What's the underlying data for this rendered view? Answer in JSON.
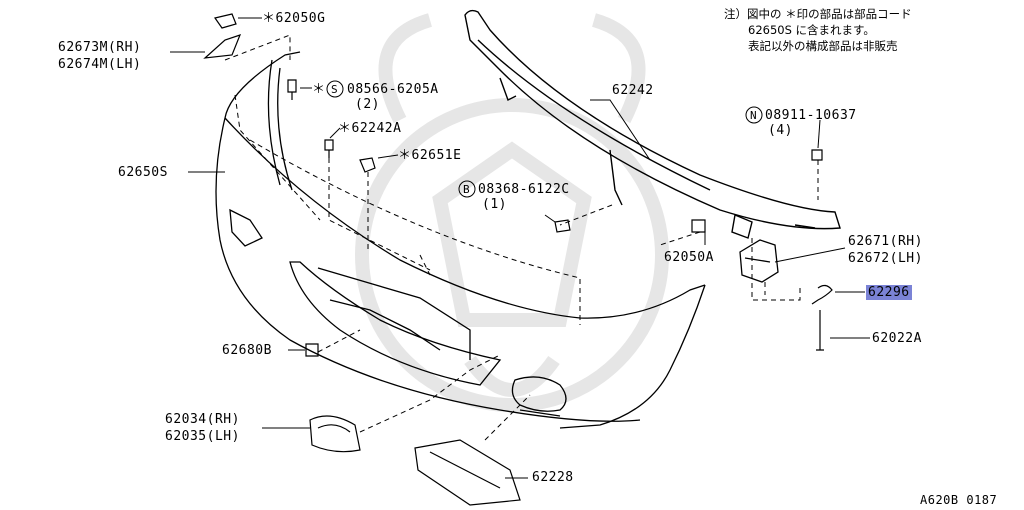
{
  "note": {
    "line1": "注）図中の ＊印の部品は部品コード",
    "line2": "62650S に含まれます。",
    "line3": "表記以外の構成部品は非販売"
  },
  "labels": {
    "p62050g": "＊62050G",
    "p62673m": "62673M(RH)",
    "p62674m": "62674M(LH)",
    "bolt_s_code": "08566-6205A",
    "bolt_s_prefix": "S",
    "bolt_s_qty": "(2)",
    "p62242a": "＊62242A",
    "p62651e": "＊62651E",
    "p62650s": "62650S",
    "bolt_b_prefix": "B",
    "bolt_b_code": "08368-6122C",
    "bolt_b_qty": "(1)",
    "p62242": "62242",
    "nut_n_prefix": "N",
    "nut_n_code": "08911-10637",
    "nut_n_qty": "(4)",
    "p62050a": "62050A",
    "p62671": "62671(RH)",
    "p62672": "62672(LH)",
    "p62296": "62296",
    "p62022a": "62022A",
    "p62680b": "62680B",
    "p62034": "62034(RH)",
    "p62035": "62035(LH)",
    "p62228": "62228",
    "diagram_code": "A620B 0187"
  },
  "colors": {
    "highlight": "#7b83d6",
    "line": "#000000",
    "watermark": "#e6e6e6"
  }
}
